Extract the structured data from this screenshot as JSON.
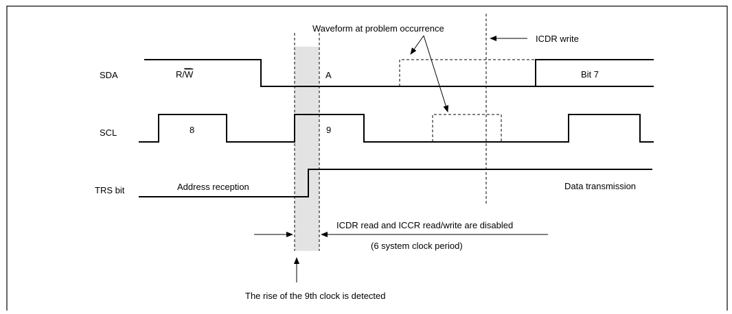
{
  "signals": {
    "sda": "SDA",
    "scl": "SCL",
    "trs": "TRS bit"
  },
  "labels": {
    "rw_prefix": "R/",
    "rw_bar": "W",
    "ack": "A",
    "bit7": "Bit 7",
    "clk8": "8",
    "clk9": "9",
    "address_reception": "Address reception",
    "data_transmission": "Data transmission"
  },
  "annotations": {
    "waveform_problem": "Waveform at problem occurrence",
    "icdr_write": "ICDR write",
    "disabled": "ICDR read and ICCR read/write are disabled",
    "period": "(6 system clock period)",
    "rise_detected": "The rise of the 9th clock is detected"
  }
}
